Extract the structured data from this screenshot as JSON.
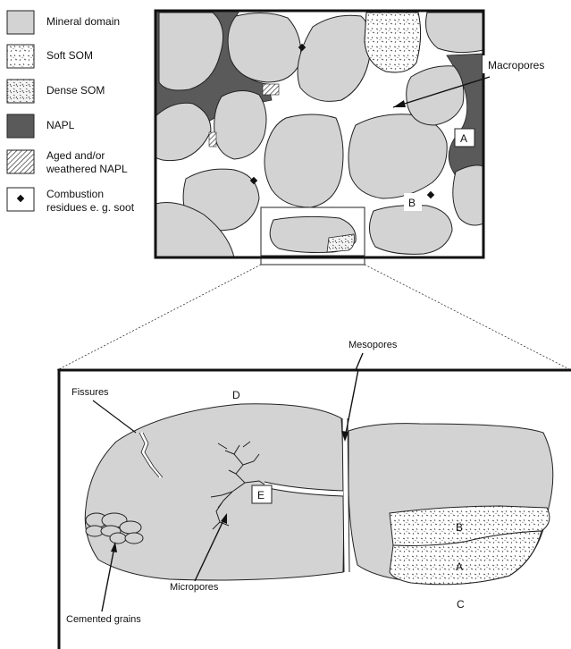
{
  "legend": {
    "mineral": "Mineral domain",
    "soft_som": "Soft SOM",
    "dense_som": "Dense SOM",
    "napl": "NAPL",
    "aged_line1": "Aged and/or",
    "aged_line2": "weathered NAPL",
    "comb_line1": "Combustion",
    "comb_line2": "residues e. g. soot"
  },
  "top": {
    "macropores": "Macropores",
    "A": "A",
    "B": "B"
  },
  "detail": {
    "mesopores": "Mesopores",
    "fissures": "Fissures",
    "D": "D",
    "E": "E",
    "B": "B",
    "A": "A",
    "C": "C",
    "micropores": "Micropores",
    "cemented": "Cemented grains"
  },
  "colors": {
    "mineral": "#d3d3d3",
    "napl": "#5a5a5a",
    "outline": "#222222"
  }
}
